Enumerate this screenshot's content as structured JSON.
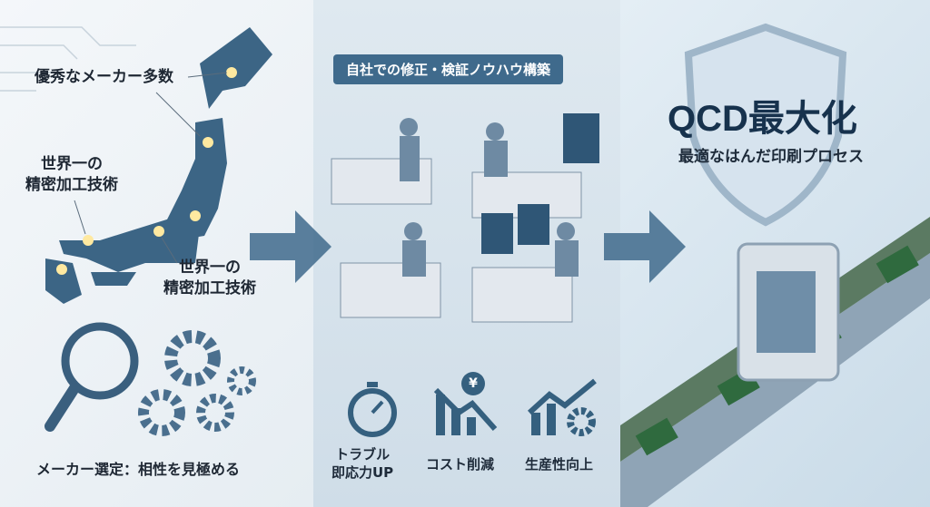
{
  "panel1": {
    "label_makers": "優秀なメーカー多数",
    "label_tech_1_line1": "世界一の",
    "label_tech_1_line2": "精密加工技術",
    "label_tech_2_line1": "世界一の",
    "label_tech_2_line2": "精密加工技術",
    "caption": "メーカー選定：相性を見極める"
  },
  "panel2": {
    "header": "自社での修正・検証ノウハウ構築",
    "icons": [
      {
        "icon": "stopwatch-icon",
        "line1": "トラブル",
        "line2": "即応力UP"
      },
      {
        "icon": "cost-down-chart-icon",
        "line1": "コスト削減",
        "yen": "¥"
      },
      {
        "icon": "productivity-up-chart-icon",
        "line1": "生産性向上"
      }
    ]
  },
  "panel3": {
    "title": "QCD最大化",
    "subtitle": "最適なはんだ印刷プロセス"
  },
  "colors": {
    "accent": "#3f6a8c",
    "dark": "#17324d"
  }
}
